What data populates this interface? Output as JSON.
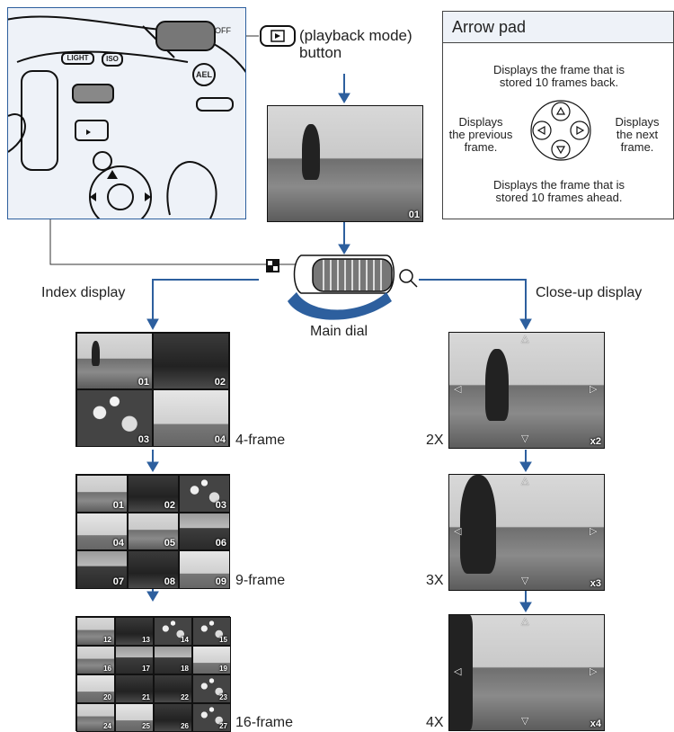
{
  "colors": {
    "accent": "#2d5f9e",
    "panel": "#eef2f8"
  },
  "playback": {
    "label_line1": "(playback mode)",
    "label_line2": "button"
  },
  "camera_labels": {
    "light": "LIGHT",
    "iso": "ISO",
    "ael": "AEL",
    "off": "OFF"
  },
  "arrow_pad": {
    "title": "Arrow pad",
    "top": "Displays the frame that is\nstored 10 frames back.",
    "left": "Displays\nthe previous\nframe.",
    "right": "Displays\nthe next\nframe.",
    "bottom": "Displays the frame that is\nstored 10 frames ahead."
  },
  "main_photo_number": "01",
  "main_dial_label": "Main dial",
  "index_label": "Index display",
  "closeup_label": "Close-up display",
  "index": {
    "four": {
      "label": "4-frame",
      "numbers": [
        "01",
        "02",
        "03",
        "04"
      ]
    },
    "nine": {
      "label": "9-frame",
      "numbers": [
        "01",
        "02",
        "03",
        "04",
        "05",
        "06",
        "07",
        "08",
        "09"
      ]
    },
    "sixteen": {
      "label": "16-frame",
      "numbers": [
        "12",
        "13",
        "14",
        "15",
        "16",
        "17",
        "18",
        "19",
        "20",
        "21",
        "22",
        "23",
        "24",
        "25",
        "26",
        "27"
      ]
    }
  },
  "closeup": [
    {
      "label": "2X",
      "badge": "x2"
    },
    {
      "label": "3X",
      "badge": "x3"
    },
    {
      "label": "4X",
      "badge": "x4"
    }
  ]
}
